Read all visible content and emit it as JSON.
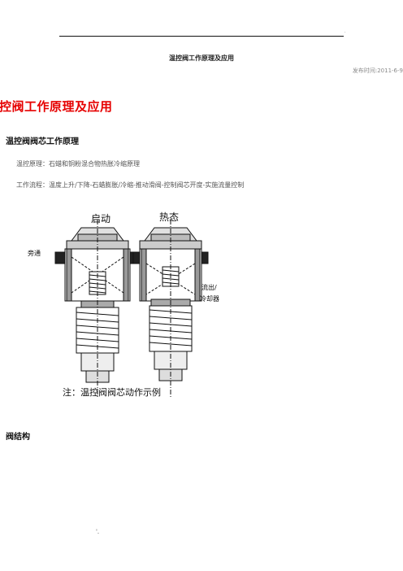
{
  "header": {
    "dot": "."
  },
  "doc": {
    "title": "温控阀工作原理及应用",
    "pubdate_label": "发布时间:",
    "pubdate_value": "2011-6-9"
  },
  "article": {
    "heading": "控阀工作原理及应用",
    "section1": {
      "title": "温控阀阀芯工作原理",
      "line1": "温控原理：石蜡和铜粉混合物热胀冷缩原理",
      "line2": "工作流程：温度上升/下降-石蜡膨胀/冷缩-推动滑阀-控制阀芯开度-实施流量控制"
    },
    "figure": {
      "label_start": "启动",
      "label_hot": "热态",
      "label_bypass": "旁通",
      "label_outflow_1": "流出/",
      "label_outflow_2": "冷却器",
      "caption": "注：温控阀阀芯动作示例"
    },
    "section2": {
      "title": "阀结构"
    }
  },
  "footer": {
    "mark": "'."
  }
}
